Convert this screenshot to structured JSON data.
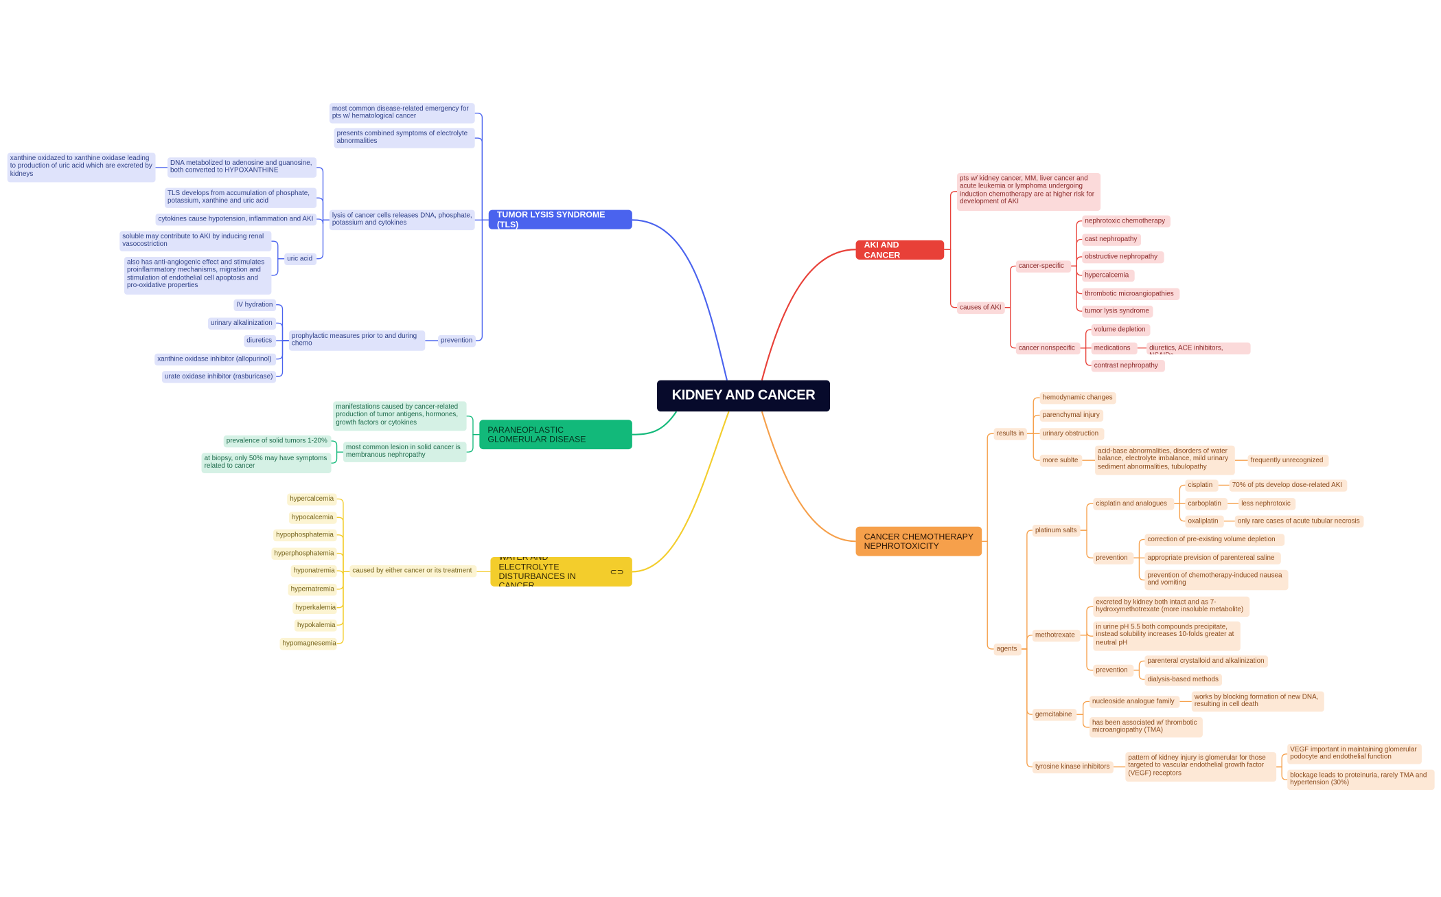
{
  "root": "KIDNEY AND CANCER",
  "colors": {
    "blue": "#4a63ee",
    "red": "#e84038",
    "orange": "#f6a04b",
    "green": "#12b97a",
    "yellow": "#f3cd2c",
    "root": "#070a2b"
  },
  "tls": {
    "title": "TUMOR LYSIS SYNDROME (TLS)",
    "emergency": "most common disease-related emergency for pts w/ hematological cancer",
    "combined": "presents combined symptoms of electrolyte abnormalities",
    "lysis": "lysis of cancer cells releases DNA, phosphate, potassium and cytokines",
    "dna": "DNA metabolized to adenosine and guanosine, both converted to HYPOXANTHINE",
    "xanthine": "xanthine oxidazed to xanthine oxidase leading to production of uric acid which are excreted by kidneys",
    "develops": "TLS develops from accumulation of phosphate, potassium, xanthine and uric acid",
    "cytokines": "cytokines cause hypotension, inflammation and AKI",
    "uric_acid": "uric acid",
    "soluble": "soluble may contribute to AKI by inducing renal vasocostriction",
    "angiogenic": "also has anti-angiogenic effect and stimulates proinflammatory mechanisms, migration and stimulation of endothelial cell apoptosis and pro-oxidative properties",
    "prevention": "prevention",
    "prophylactic": "prophylactic measures prior to and during chemo",
    "measures": [
      "IV hydration",
      "urinary alkalinization",
      "diuretics",
      "xanthine oxidase inhibitor (allopurinol)",
      "urate oxidase inhibitor (rasburicase)"
    ]
  },
  "pgd": {
    "title": "PARANEOPLASTIC GLOMERULAR DISEASE",
    "manifestations": "manifestations caused by cancer-related production of tumor antigens, hormones, growth factors or cytokines",
    "lesion": "most common lesion in solid cancer is membranous nephropathy",
    "prevalence": "prevalence of solid tumors 1-20%",
    "biopsy": "at biopsy, only 50% may have symptoms related to cancer"
  },
  "wed": {
    "title": "WATER AND ELECTROLYTE DISTURBANCES IN CANCER",
    "link_icon": "link-icon",
    "caused": "caused by either cancer or its treatment",
    "items": [
      "hypercalcemia",
      "hypocalcemia",
      "hypophosphatemia",
      "hyperphosphatemia",
      "hyponatremia",
      "hypernatremia",
      "hyperkalemia",
      "hypokalemia",
      "hypomagnesemia"
    ]
  },
  "aki": {
    "title": "AKI AND CANCER",
    "risk": "pts w/ kidney cancer, MM, liver cancer and acute leukemia or lymphoma undergoing induction chemotherapy are at higher risk for development of AKI",
    "causes": "causes of AKI",
    "specific": "cancer-specific",
    "specific_items": [
      "nephrotoxic chemotherapy",
      "cast nephropathy",
      "obstructive nephropathy",
      "hypercalcemia",
      "thrombotic microangiopathies",
      "tumor lysis syndrome"
    ],
    "nonspecific": "cancer nonspecific",
    "volume": "volume depletion",
    "medications": "medications",
    "med_list": "diuretics, ACE inhibitors, NSAIDs",
    "contrast": "contrast nephropathy"
  },
  "ccn": {
    "title": "CANCER CHEMOTHERAPY NEPHROTOXICITY",
    "results_in": "results in",
    "results": [
      "hemodynamic changes",
      "parenchymal injury",
      "urinary obstruction"
    ],
    "more_subtle": "more sublte",
    "subtle_detail": "acid-base abnormalities, disorders of water balance, electrolyte imbalance, mild urinary sediment abnormalities, tubulopathy",
    "unrecognized": "frequently unrecognized",
    "agents": "agents",
    "platinum": "platinum salts",
    "cis_analogues": "cisplatin and analogues",
    "cisplatin": "cisplatin",
    "cisplatin_note": "70% of pts develop dose-related AKI",
    "carboplatin": "carboplatin",
    "carboplatin_note": "less nephrotoxic",
    "oxaliplatin": "oxaliplatin",
    "oxaliplatin_note": "only rare cases of acute tubular necrosis",
    "plat_prevention": "prevention",
    "plat_prev_items": [
      "correction of pre-existing volume depletion",
      "appropriate prevision of parentereal saline",
      "prevention of chemotherapy-induced nausea and vomiting"
    ],
    "methotrexate": "methotrexate",
    "mtx_excreted": "excreted by kidney both intact and as 7-hydroxymethotrexate (more insoluble metabolite)",
    "mtx_ph": "in urine pH 5.5 both compounds precipitate, instead solubility increases 10-folds greater at neutral pH",
    "mtx_prevention": "prevention",
    "mtx_prev_items": [
      "parenteral crystalloid and alkalinization",
      "dialysis-based methods"
    ],
    "gemcitabine": "gemcitabine",
    "nucleoside": "nucleoside analogue family",
    "nucleoside_note": "works by blocking formation of new DNA, resulting in cell death",
    "tma": "has been associated w/ thrombotic microangiopathy (TMA)",
    "tki": "tyrosine kinase inhibitors",
    "tki_pattern": "pattern of kidney injury is glomerular for those targeted to vascular endothelial growth factor (VEGF) receptors",
    "vegf": "VEGF important in maintaining glomerular podocyte and endothelial function",
    "blockage": "blockage leads to proteinuria, rarely TMA and hypertension (30%)"
  }
}
